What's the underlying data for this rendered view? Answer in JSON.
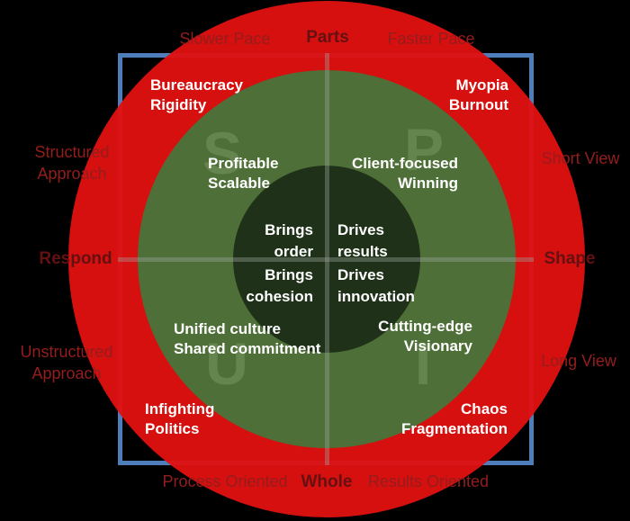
{
  "colors": {
    "background": "#000000",
    "outer_circle_red": "#e21010",
    "middle_circle_green": "#4e7038",
    "inner_circle_dark": "#1f3118",
    "frame_blue": "#4f7dba",
    "axis_text": "#941d1d",
    "axis_text_bold": "#641111",
    "ring_label_text": "#ffffff"
  },
  "axis_labels": {
    "top_left": "Slower Pace",
    "top_center": "Parts",
    "top_right": "Faster Pace",
    "left_top": [
      "Structured",
      "Approach"
    ],
    "left_center": "Respond",
    "left_bottom": [
      "Unstructured",
      "Approach"
    ],
    "right_top": "Short View",
    "right_center": "Shape",
    "right_bottom": "Long View",
    "bottom_left": "Process Oriented",
    "bottom_center": "Whole",
    "bottom_right": "Results Oriented"
  },
  "quadrant_letters": {
    "top_left": "S",
    "top_right": "P",
    "bottom_left": "U",
    "bottom_right": "I"
  },
  "red_zone_labels": {
    "top_left": [
      "Bureaucracy",
      "Rigidity"
    ],
    "top_right": [
      "Myopia",
      "Burnout"
    ],
    "bottom_left": [
      "Infighting",
      "Politics"
    ],
    "bottom_right": [
      "Chaos",
      "Fragmentation"
    ]
  },
  "green_zone_labels": {
    "top_left": [
      "Profitable",
      "Scalable"
    ],
    "top_right": [
      "Client-focused",
      "Winning"
    ],
    "bottom_left": [
      "Unified culture",
      "Shared commitment"
    ],
    "bottom_right": [
      "Cutting-edge",
      "Visionary"
    ]
  },
  "core_labels": {
    "top_left": [
      "Brings",
      "order"
    ],
    "top_right": [
      "Drives",
      "results"
    ],
    "bottom_left": [
      "Brings",
      "cohesion"
    ],
    "bottom_right": [
      "Drives",
      "innovation"
    ]
  }
}
